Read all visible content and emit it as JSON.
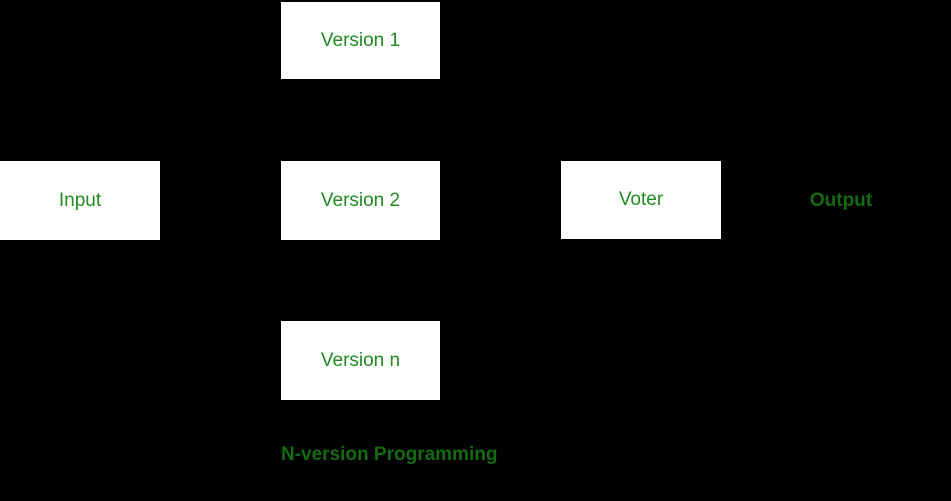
{
  "diagram": {
    "title": "N-version Programming",
    "colors": {
      "background": "#000000",
      "box_fill": "#ffffff",
      "box_text": "#228B22",
      "dark_text": "#156b11"
    },
    "input_box": {
      "label": "Input"
    },
    "version_boxes": [
      {
        "label": "Version 1"
      },
      {
        "label": "Version 2"
      },
      {
        "label": "Version n"
      }
    ],
    "voter_box": {
      "label": "Voter"
    },
    "output_label": "Output",
    "caption": "N-version Programming"
  }
}
